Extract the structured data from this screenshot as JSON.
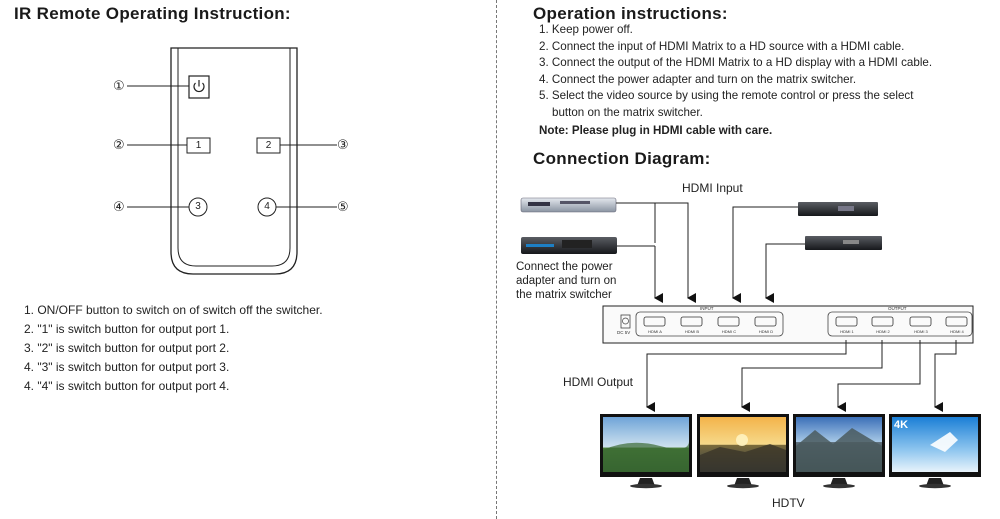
{
  "left": {
    "title": "IR Remote Operating Instruction:",
    "callouts": [
      "①",
      "②",
      "③",
      "④",
      "⑤"
    ],
    "remote_buttons": [
      "1",
      "2",
      "3",
      "4"
    ],
    "items": [
      "1. ON/OFF button to switch on of switch off the switcher.",
      "2. \"1\" is switch button for output port 1.",
      "3. \"2\" is switch button for output port 2.",
      "4. \"3\" is switch button for output port 3.",
      "4. \"4\" is switch button for output port 4."
    ]
  },
  "right": {
    "title": "Operation instructions:",
    "steps": [
      "1. Keep power off.",
      "2. Connect the input of HDMI Matrix to a HD source with a HDMI cable.",
      "3. Connect the output of the HDMI Matrix to a HD display with a HDMI cable.",
      "4. Connect the power adapter and turn on the matrix switcher.",
      "5. Select the video source by using the remote control or press the select",
      "button on the matrix switcher."
    ],
    "note": "Note: Please plug in HDMI cable with care.",
    "diagram_title": "Connection Diagram:",
    "hdmi_input": "HDMI Input",
    "power_note": [
      "Connect the power",
      "adapter and turn on",
      "the matrix switcher"
    ],
    "hdmi_output": "HDMI Output",
    "hdtv": "HDTV",
    "matrix": {
      "input_label": "INPUT",
      "output_label": "OUTPUT",
      "power_label": "DC 5V",
      "inputs": [
        "HDMI A",
        "HDMI B",
        "HDMI C",
        "HDMI D"
      ],
      "outputs": [
        "HDMI 1",
        "HDMI 2",
        "HDMI 3",
        "HDMI 4"
      ]
    },
    "tv4_badge": "4K"
  }
}
